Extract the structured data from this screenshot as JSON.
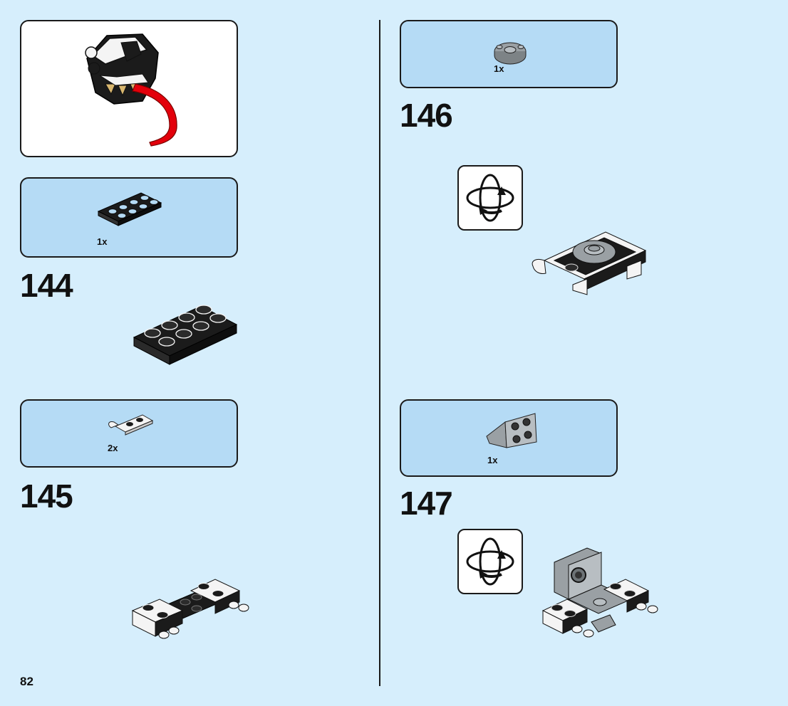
{
  "page": {
    "number": "82"
  },
  "callouts": [
    {
      "id": "subassembly-preview",
      "qty": ""
    },
    {
      "id": "parts-144",
      "qty": "1x"
    },
    {
      "id": "parts-145",
      "qty": "2x"
    },
    {
      "id": "parts-146",
      "qty": "1x"
    },
    {
      "id": "parts-147",
      "qty": "1x"
    }
  ],
  "steps": [
    {
      "number": "144"
    },
    {
      "number": "145"
    },
    {
      "number": "146"
    },
    {
      "number": "147"
    }
  ],
  "icons": {
    "rotate": "rotate-model-icon"
  },
  "colors": {
    "background": "#d6eefc",
    "callout": "#b5dbf5",
    "brick_black": "#1b1b1b",
    "brick_white": "#f4f4f4",
    "brick_gray": "#9aa0a4",
    "brick_red": "#e3000b",
    "brick_tan": "#d9b76f"
  }
}
